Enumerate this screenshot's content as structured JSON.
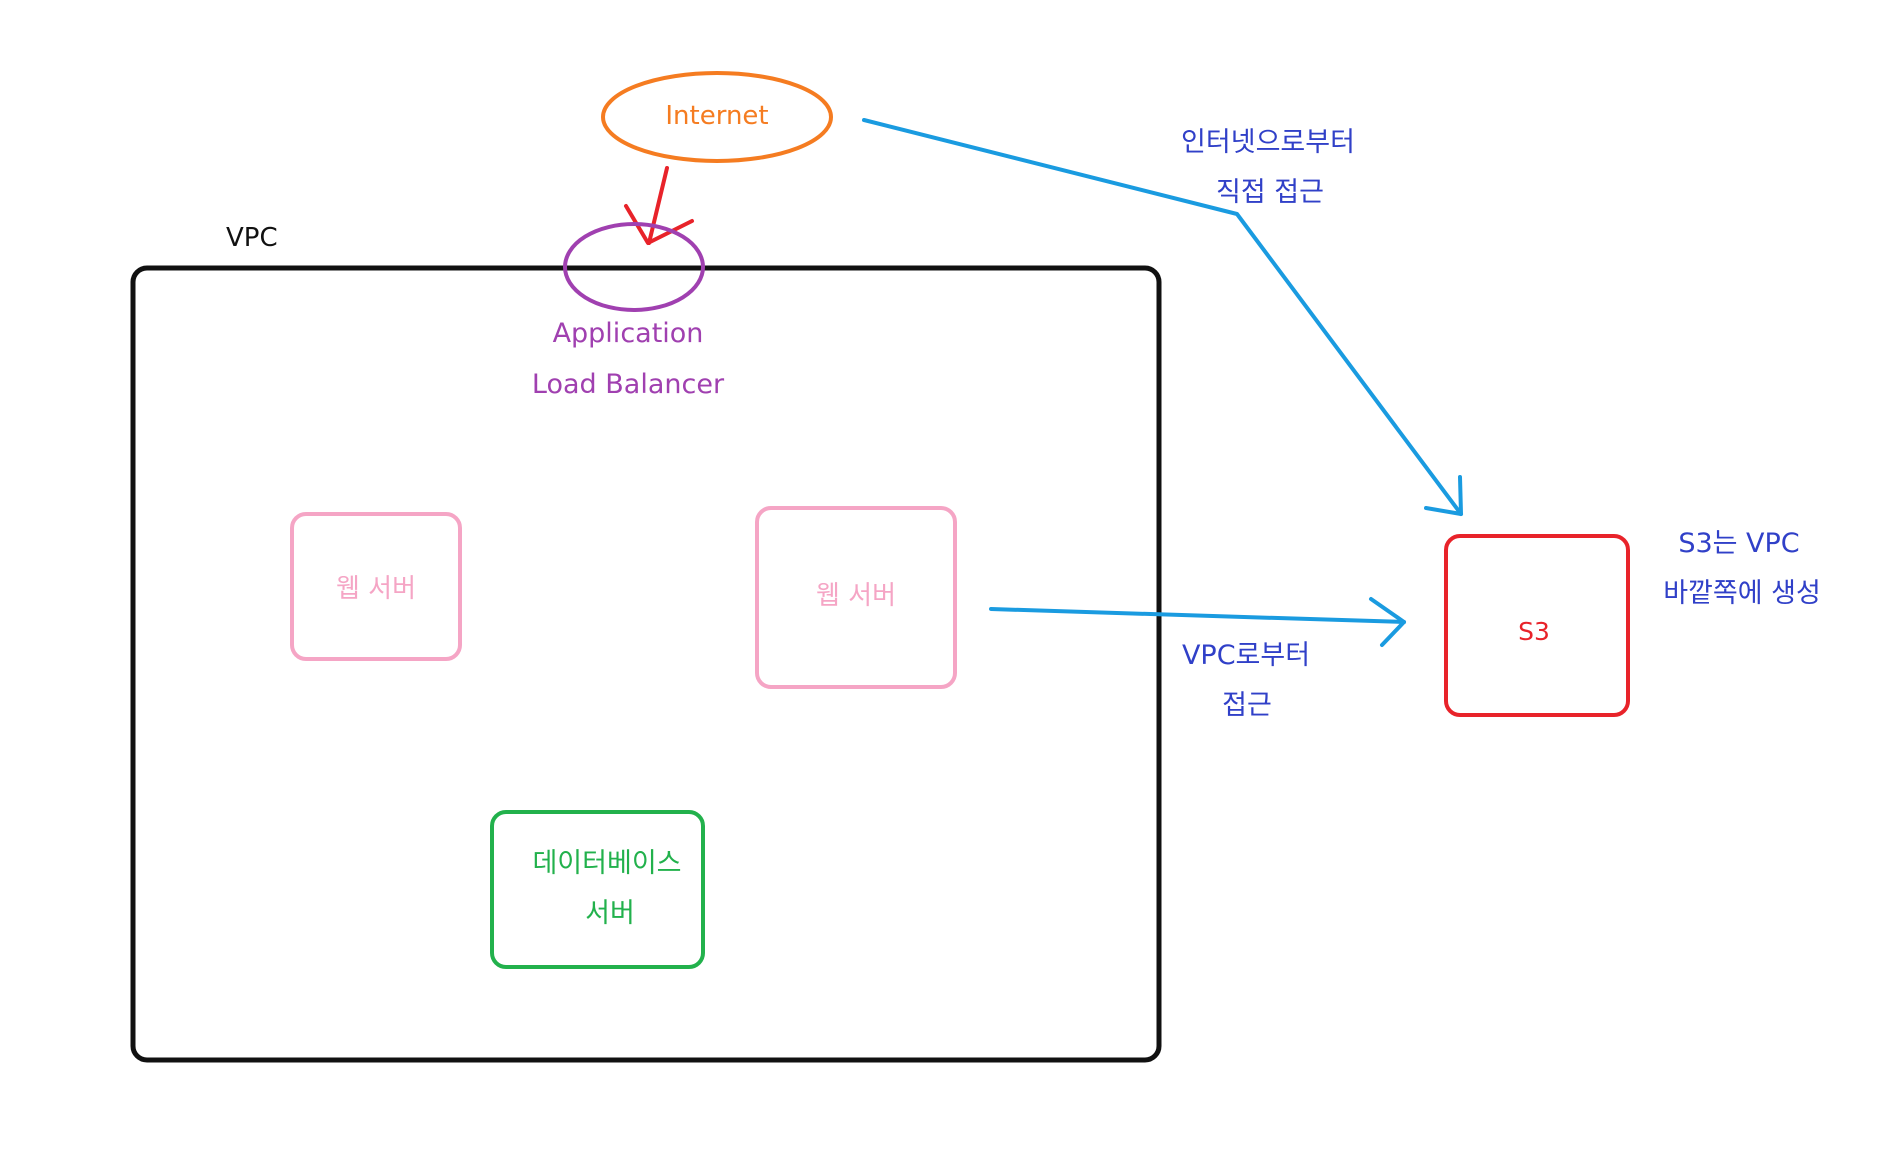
{
  "colors": {
    "internet": "#f57c21",
    "alb": "#a040b0",
    "arrow_red": "#e8232a",
    "vpc_border": "#111111",
    "web_server": "#f5a5c5",
    "db_server": "#22b14c",
    "s3": "#e8232a",
    "arrow_blue": "#1a9be0",
    "annotation_blue": "#3040c8"
  },
  "internet": {
    "label": "Internet"
  },
  "vpc": {
    "label": "VPC"
  },
  "alb": {
    "line1": "Application",
    "line2": "Load Balancer"
  },
  "web_servers": [
    {
      "label": "웹 서버"
    },
    {
      "label": "웹 서버"
    }
  ],
  "db_server": {
    "line1": "데이터베이스",
    "line2": "서버"
  },
  "s3": {
    "label": "S3"
  },
  "annotations": {
    "internet_access": {
      "line1": "인터넷으로부터",
      "line2": "직접 접근"
    },
    "vpc_access": {
      "line1": "VPC로부터",
      "line2": "접근"
    },
    "s3_note": {
      "line1": "S3는 VPC",
      "line2": "바깥쪽에 생성"
    }
  }
}
